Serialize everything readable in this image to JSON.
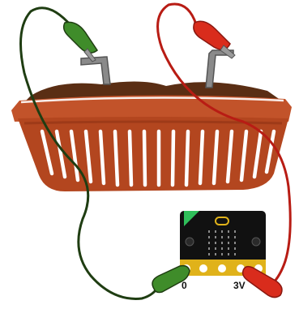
{
  "labels": {
    "pin_0": "0",
    "pin_3v": "3V"
  },
  "colors": {
    "background": "#ffffff",
    "soil": "#5a2e14",
    "pot_rim": "#c2532a",
    "pot_body": "#b3461f",
    "pot_slats": "#ffffff",
    "wire_green": "#1f3d12",
    "wire_red": "#b81c14",
    "clip_green": "#3f8c2a",
    "clip_red": "#d92c1c",
    "microbit_board": "#111111",
    "microbit_corner": "#2fbf5a",
    "microbit_edge": "#e0b21a",
    "led": "#8a8a8a",
    "nail": "#8a8a8a"
  },
  "icons": {
    "board": "microbit-board",
    "probes": "nail-probes",
    "container": "plant-pot"
  }
}
